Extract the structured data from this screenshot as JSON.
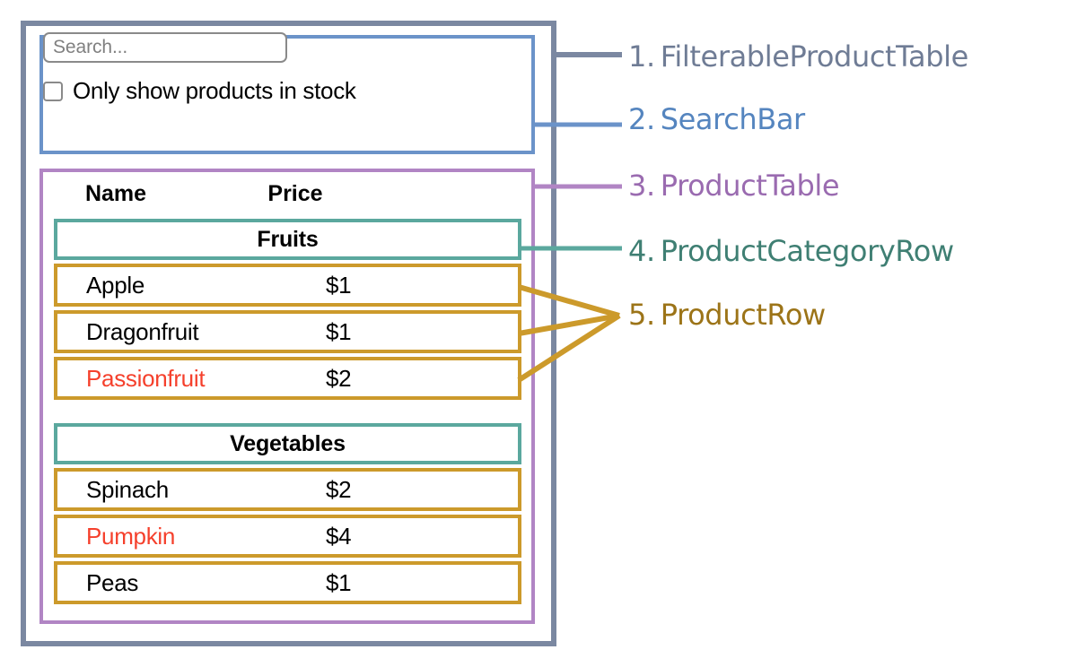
{
  "diagram": {
    "title": "React component hierarchy diagram",
    "colors": {
      "filterable_product_table": "#7b88a1",
      "search_bar": "#6b93c9",
      "product_table": "#b185c4",
      "product_category_row": "#5ba89e",
      "product_row": "#cc9a2b",
      "out_of_stock_text": "#f5402c",
      "text": "#000000",
      "placeholder": "#808080"
    }
  },
  "search": {
    "placeholder": "Search...",
    "value": "",
    "checkbox_label": "Only show products in stock",
    "checkbox_checked": false
  },
  "table": {
    "columns": [
      "Name",
      "Price"
    ],
    "groups": [
      {
        "category": "Fruits",
        "rows": [
          {
            "name": "Apple",
            "price": "$1",
            "in_stock": true
          },
          {
            "name": "Dragonfruit",
            "price": "$1",
            "in_stock": true
          },
          {
            "name": "Passionfruit",
            "price": "$2",
            "in_stock": false
          }
        ]
      },
      {
        "category": "Vegetables",
        "rows": [
          {
            "name": "Spinach",
            "price": "$2",
            "in_stock": true
          },
          {
            "name": "Pumpkin",
            "price": "$4",
            "in_stock": false
          },
          {
            "name": "Peas",
            "price": "$1",
            "in_stock": true
          }
        ]
      }
    ]
  },
  "legend": [
    {
      "number": "1.",
      "label": "FilterableProductTable",
      "color": "#6f7c95"
    },
    {
      "number": "2.",
      "label": "SearchBar",
      "color": "#5585bf"
    },
    {
      "number": "3.",
      "label": "ProductTable",
      "color": "#9a6bb0"
    },
    {
      "number": "4.",
      "label": "ProductCategoryRow",
      "color": "#3f7f73"
    },
    {
      "number": "5.",
      "label": "ProductRow",
      "color": "#9c7418"
    }
  ]
}
